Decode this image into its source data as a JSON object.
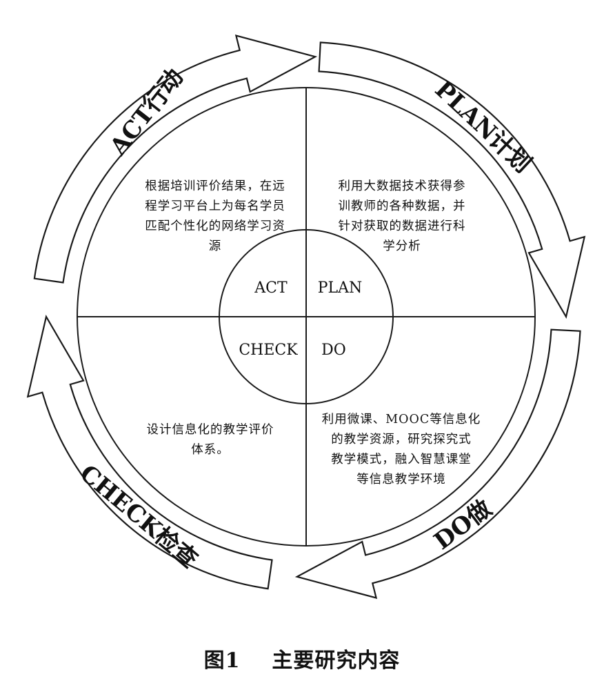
{
  "diagram": {
    "arrows": [
      {
        "id": "act",
        "label": "ACT行动"
      },
      {
        "id": "plan",
        "label": "PLAN计划"
      },
      {
        "id": "do",
        "label": "DO做"
      },
      {
        "id": "check",
        "label": "CHECK检查"
      }
    ],
    "inner": {
      "act": "ACT",
      "plan": "PLAN",
      "check": "CHECK",
      "do": "DO"
    },
    "quadrants": {
      "act": [
        "根据培训评价结果，在远",
        "程学习平台上为每名学员",
        "匹配个性化的网络学习资",
        "源"
      ],
      "plan": [
        "利用大数据技术获得参",
        "训教师的各种数据，并",
        "针对获取的数据进行科",
        "学分析"
      ],
      "check": [
        "设计信息化的教学评价",
        "体系。"
      ],
      "do": [
        "利用微课、MOOC等信息化",
        "的教学资源，研究探究式",
        "教学模式，融入智慧课堂",
        "等信息教学环境"
      ]
    }
  },
  "caption": {
    "number": "图1",
    "title": "主要研究内容"
  }
}
